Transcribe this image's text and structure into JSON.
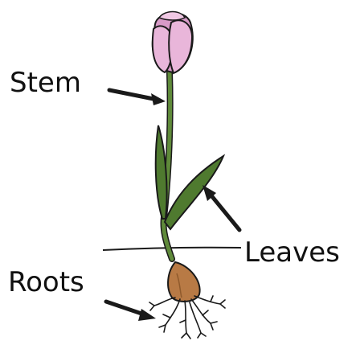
{
  "labels": {
    "stem": "Stem",
    "leaves": "Leaves",
    "roots": "Roots"
  },
  "colors": {
    "petal": "#e9b6da",
    "petal_shade": "#d79ac7",
    "stem": "#5f8a3a",
    "leaf": "#4f7a2f",
    "bulb": "#b87a45",
    "outline": "#1a1a1a"
  }
}
